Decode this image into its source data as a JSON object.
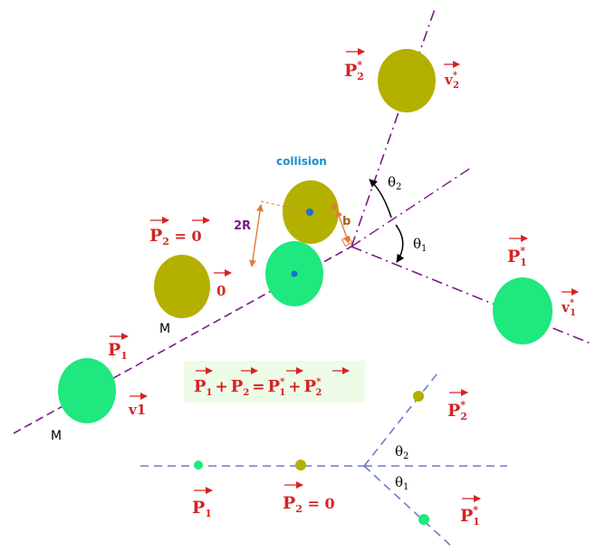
{
  "labels": {
    "collision": "collision",
    "two_r": "2R",
    "b": "b",
    "theta1": "θ",
    "theta2": "θ",
    "theta1_sub": "1",
    "theta2_sub": "2",
    "mass1": "M",
    "mass2": "M"
  },
  "momenta": {
    "p1": {
      "base": "P",
      "sub": "1"
    },
    "p2_zero": {
      "base": "P",
      "sub": "2",
      "suffix": " = 0"
    },
    "p1_star": {
      "base": "P",
      "sub": "1",
      "sup": "*"
    },
    "p2_star": {
      "base": "P",
      "sub": "2",
      "sup": "*"
    }
  },
  "velocities": {
    "v1": "v1",
    "v2_zero": "0",
    "v1_star": {
      "base": "v",
      "sub": "1",
      "sup": "*"
    },
    "v2_star": {
      "base": "v",
      "sub": "2",
      "sup": "*"
    }
  },
  "equation": {
    "lhs_a": {
      "base": "P",
      "sub": "1"
    },
    "plus1": "+",
    "lhs_b": {
      "base": "P",
      "sub": "2"
    },
    "equals": "=",
    "rhs_a": {
      "base": "P",
      "sub": "1",
      "sup": "*"
    },
    "plus2": "+",
    "rhs_b": {
      "base": "P",
      "sub": "2",
      "sup": "*"
    }
  },
  "colors": {
    "green_ball": "#1ee87e",
    "olive_ball": "#b4b000",
    "track_purple": "#7a1a86",
    "track_blue": "#6f79d6",
    "red": "#d42323",
    "orange": "#e07a3a",
    "collision_blue": "#1a8fd0",
    "equation_bg": "#eefbe6"
  }
}
